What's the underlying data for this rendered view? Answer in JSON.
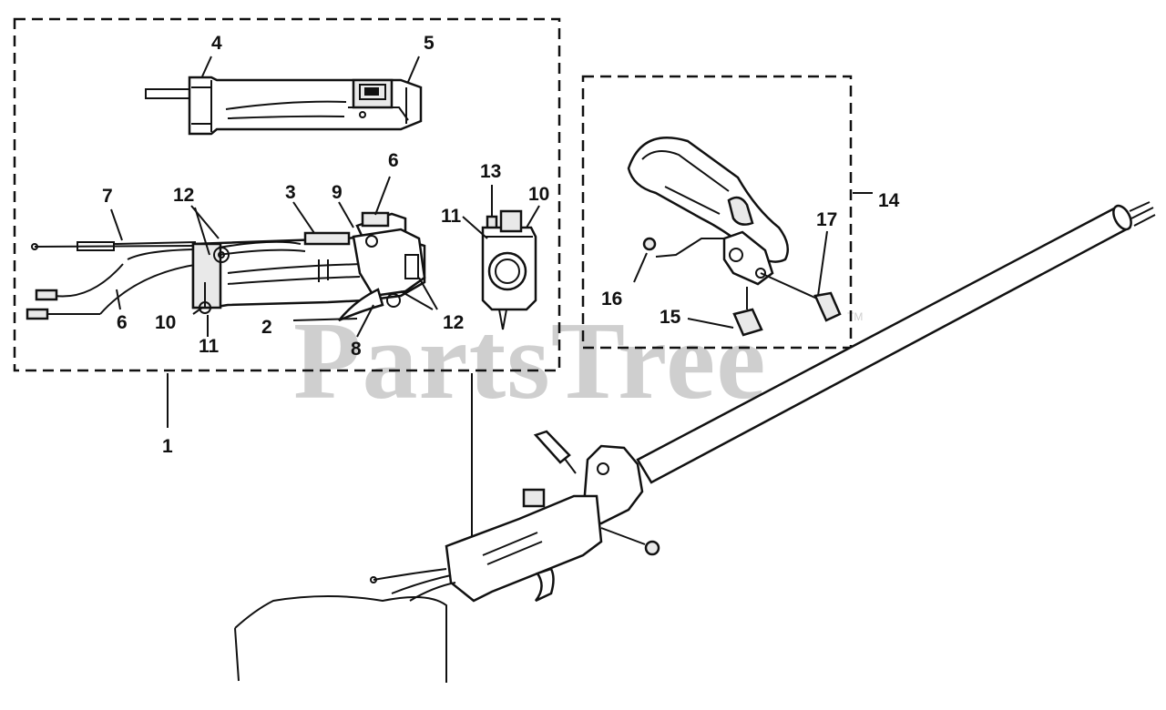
{
  "watermark": {
    "text": "PartsTree",
    "tm": "TM"
  },
  "callouts": {
    "c1": "1",
    "c2": "2",
    "c3": "3",
    "c4": "4",
    "c5": "5",
    "c6a": "6",
    "c6b": "6",
    "c7": "7",
    "c8": "8",
    "c9": "9",
    "c10a": "10",
    "c10b": "10",
    "c11a": "11",
    "c11b": "11",
    "c12a": "12",
    "c12b": "12",
    "c13": "13",
    "c14": "14",
    "c15": "15",
    "c16": "16",
    "c17": "17"
  }
}
